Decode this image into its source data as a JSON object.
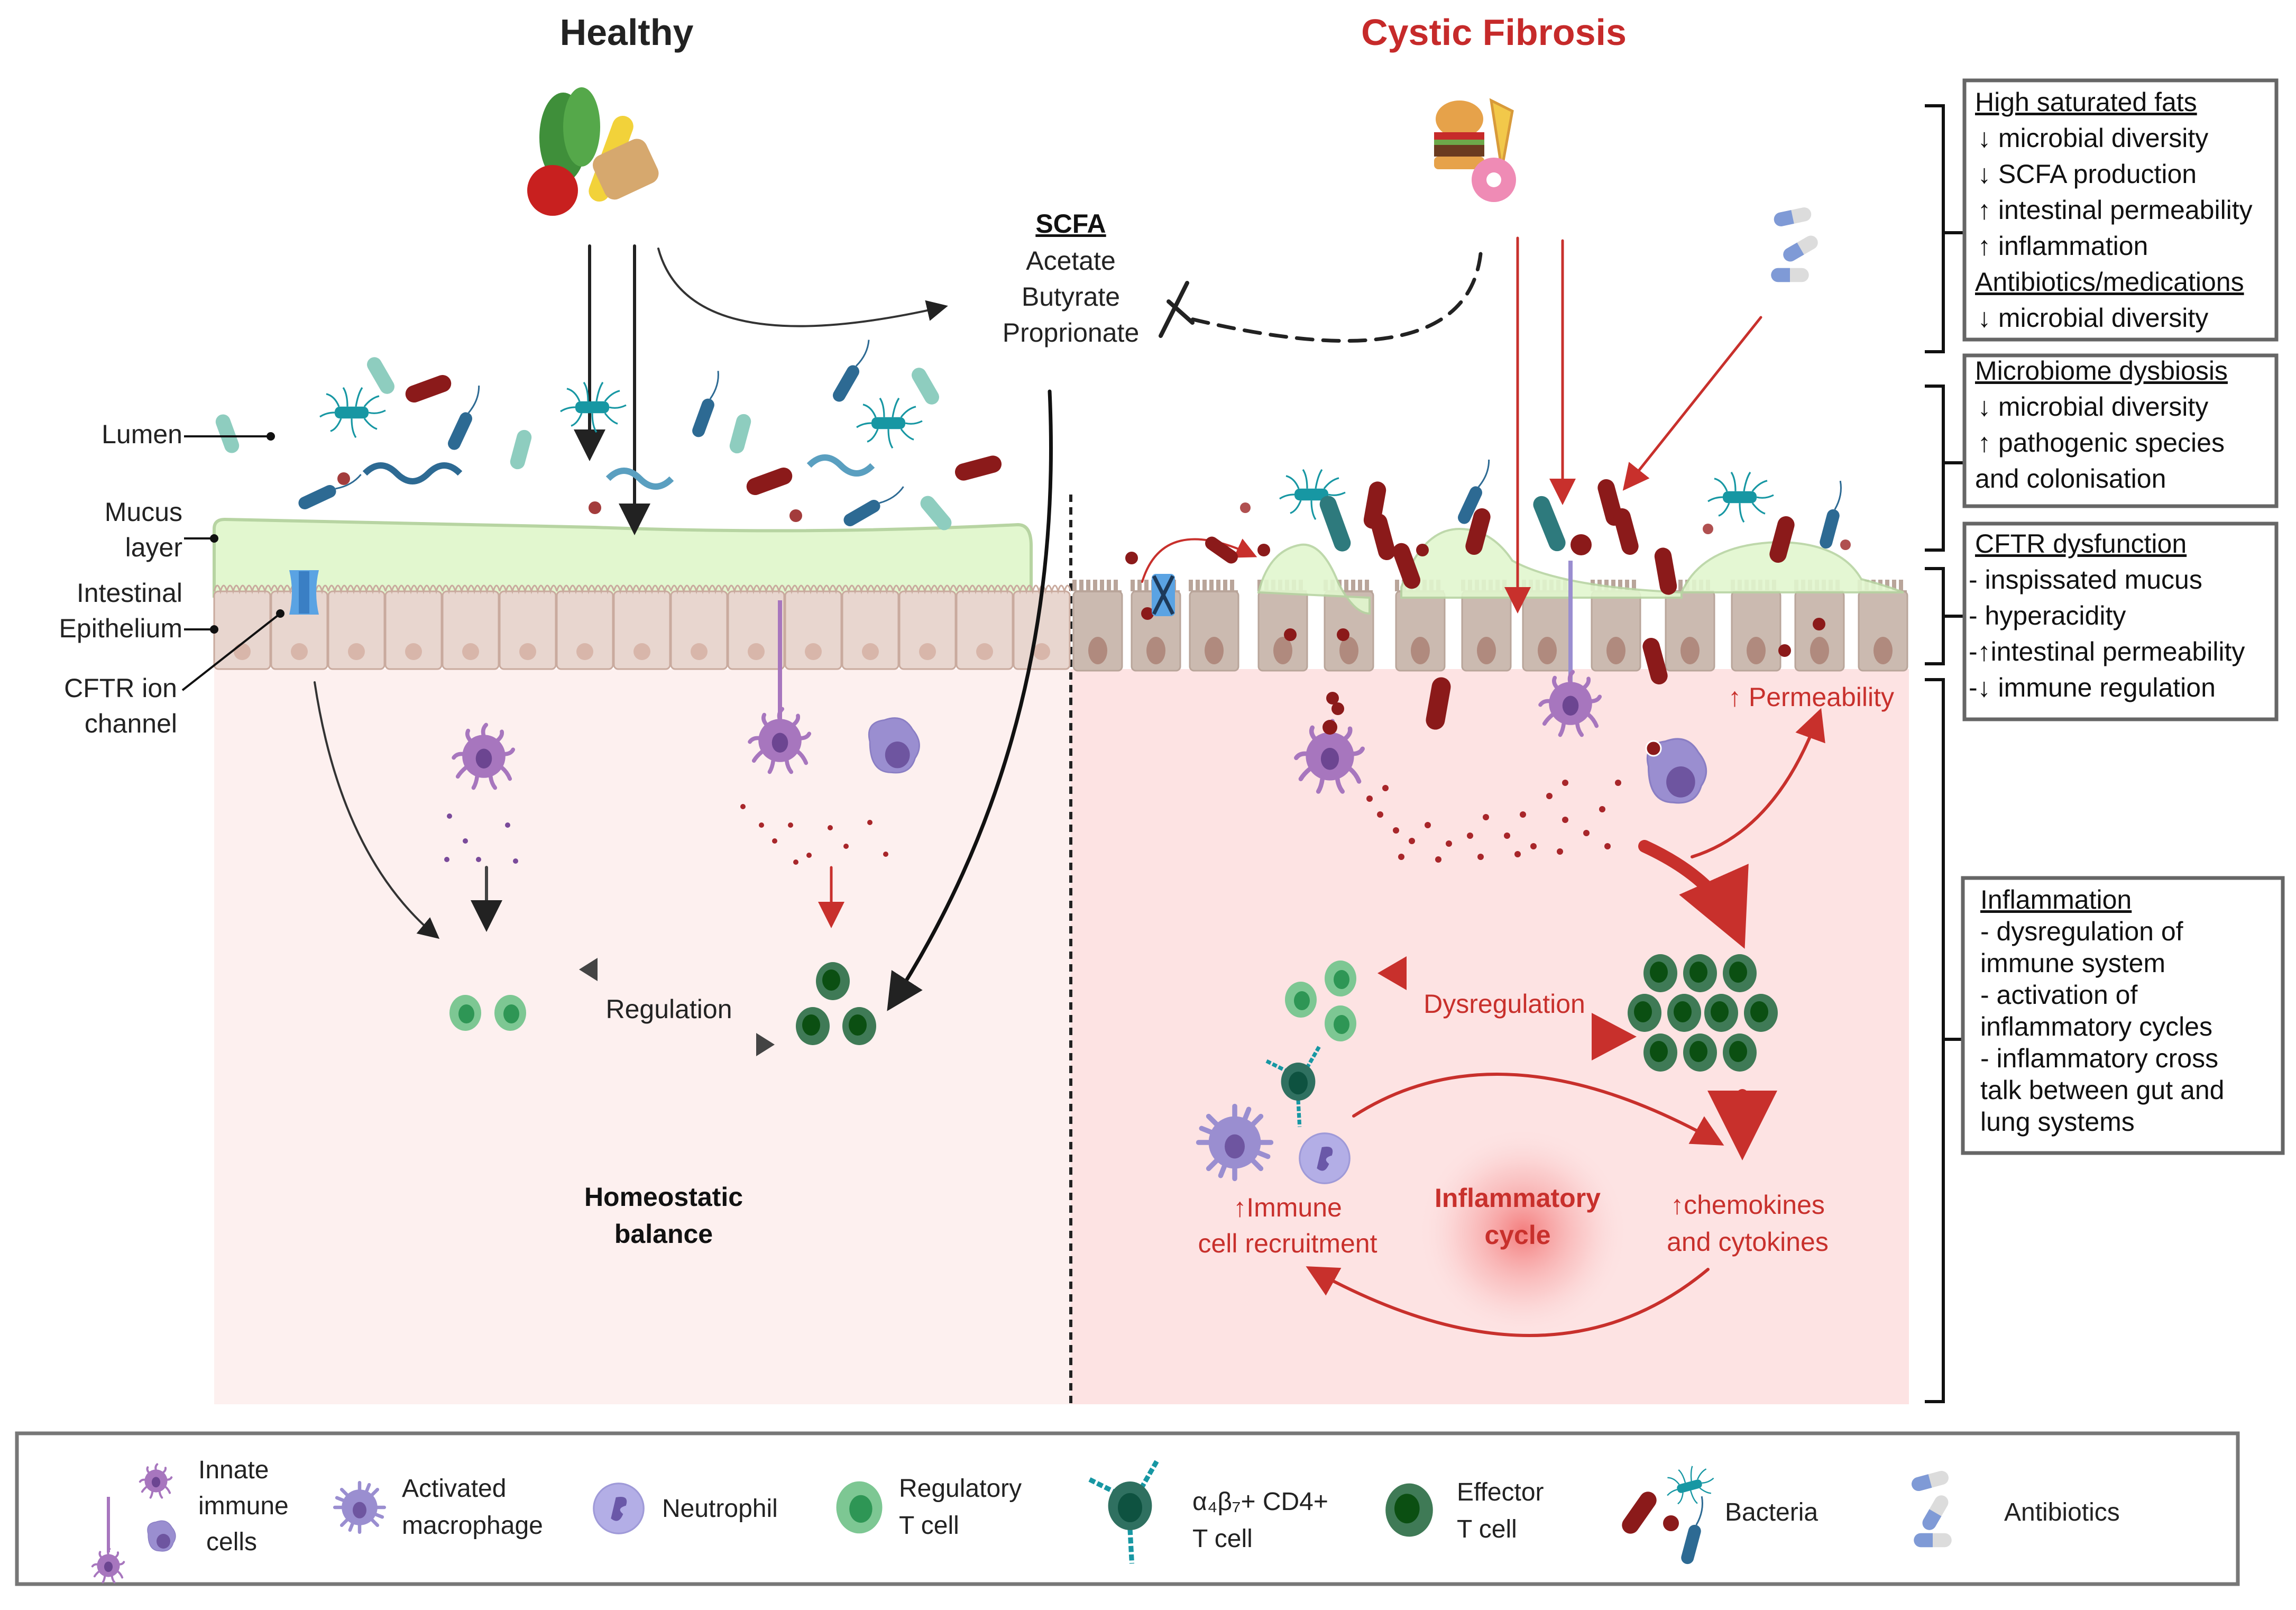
{
  "titles": {
    "healthy": "Healthy",
    "cf": "Cystic Fibrosis"
  },
  "colors": {
    "healthy_title": "#222222",
    "cf_title": "#c62a2a",
    "accent_red": "#c8302c",
    "mucus": "#e2f7cf",
    "epithelium_healthy": "#e8d6cf",
    "epithelium_cf": "#cbbab0",
    "lamina_healthy": "#fdf0ef",
    "lamina_cf": "#fde3e3",
    "treg": "#7dc793",
    "effector": "#3f7a56",
    "bacteria_red": "#8b1a1a",
    "bacteria_teal": "#1797a3",
    "innate_purple": "#a776be",
    "macrophage": "#9a8ed0"
  },
  "scfa": {
    "heading": "SCFA",
    "items": [
      "Acetate",
      "Butyrate",
      "Proprionate"
    ]
  },
  "layer_labels": {
    "lumen": "Lumen",
    "mucus_1": "Mucus",
    "mucus_2": "layer",
    "epithelium_1": "Intestinal",
    "epithelium_2": "Epithelium",
    "cftr_1": "CFTR ion",
    "cftr_2": "channel"
  },
  "healthy_panel": {
    "regulation": "Regulation",
    "homeostatic_1": "Homeostatic",
    "homeostatic_2": "balance"
  },
  "cf_panel": {
    "permeability": "↑ Permeability",
    "dysregulation": "Dysregulation",
    "immune_recruit_1": "↑Immune",
    "immune_recruit_2": "cell recruitment",
    "inflammatory_1": "Inflammatory",
    "inflammatory_2": "cycle",
    "chemokines_1": "↑chemokines",
    "chemokines_2": "and cytokines"
  },
  "side_boxes": [
    {
      "sections": [
        {
          "heading": "High saturated fats",
          "lines": [
            "↓ microbial diversity",
            "↓ SCFA production",
            "↑ intestinal permeability",
            "↑ inflammation"
          ]
        },
        {
          "heading": "Antibiotics/medications",
          "lines": [
            "↓ microbial diversity"
          ]
        }
      ]
    },
    {
      "sections": [
        {
          "heading": "Microbiome dysbiosis",
          "lines": [
            "↓ microbial diversity",
            "↑ pathogenic species",
            "and colonisation"
          ]
        }
      ]
    },
    {
      "sections": [
        {
          "heading": "CFTR dysfunction",
          "lines": [
            "- inspissated mucus",
            "- hyperacidity",
            "-↑intestinal permeability",
            "-↓ immune regulation"
          ]
        }
      ]
    },
    {
      "sections": [
        {
          "heading": "Inflammation",
          "lines": [
            "- dysregulation of",
            "immune system",
            "- activation of",
            "inflammatory cycles",
            "- inflammatory cross",
            "talk between gut and",
            "lung systems"
          ]
        }
      ]
    }
  ],
  "legend": [
    {
      "icon": "innate-immune-cells-icon",
      "lines": [
        "Innate",
        "immune",
        "cells"
      ]
    },
    {
      "icon": "activated-macrophage-icon",
      "lines": [
        "Activated",
        "macrophage"
      ]
    },
    {
      "icon": "neutrophil-icon",
      "lines": [
        "Neutrophil"
      ]
    },
    {
      "icon": "regulatory-t-cell-icon",
      "lines": [
        "Regulatory",
        "T cell"
      ]
    },
    {
      "icon": "a4b7-cd4-t-cell-icon",
      "lines": [
        "α₄β₇+ CD4+",
        "T cell"
      ]
    },
    {
      "icon": "effector-t-cell-icon",
      "lines": [
        "Effector",
        "T cell"
      ]
    },
    {
      "icon": "bacteria-icon",
      "lines": [
        "Bacteria"
      ]
    },
    {
      "icon": "antibiotics-icon",
      "lines": [
        "Antibiotics"
      ]
    }
  ]
}
